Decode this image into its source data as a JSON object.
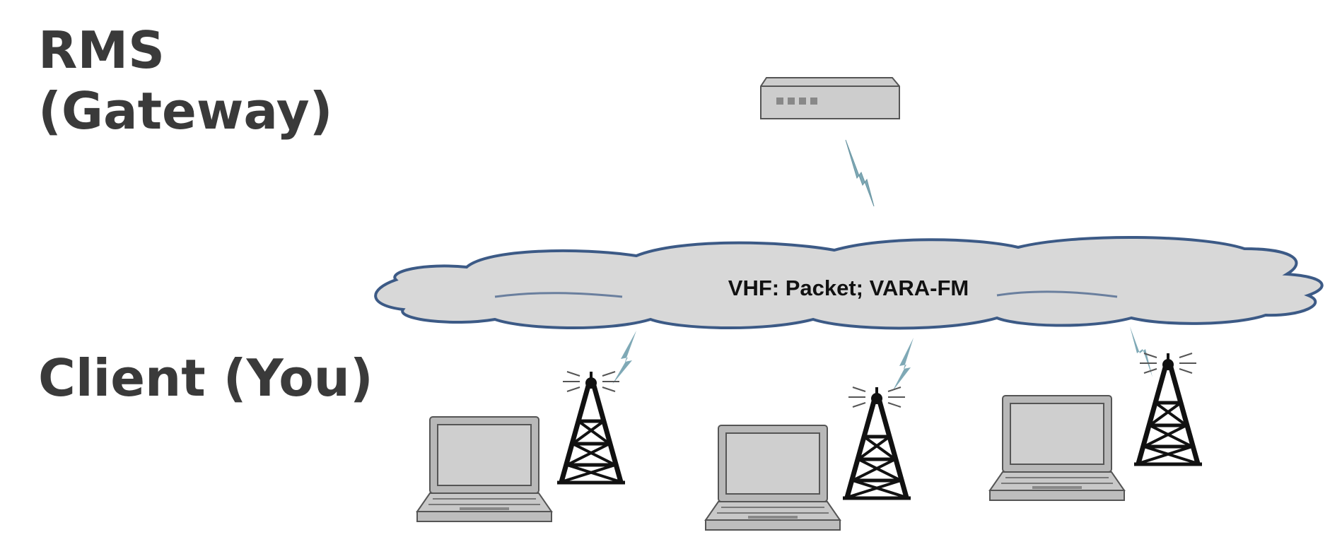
{
  "labels": {
    "gateway_line1": "RMS",
    "gateway_line2": "(Gateway)",
    "client": "Client (You)"
  },
  "network": {
    "label": "VHF: Packet; VARA-FM"
  },
  "icons": {
    "gateway": "server-icon",
    "cloud": "cloud-icon",
    "laptop": "laptop-icon",
    "tower": "radio-tower-icon",
    "link": "lightning-bolt-icon"
  },
  "colors": {
    "cloud_fill": "#d8d8d8",
    "cloud_stroke": "#3c5a86",
    "bolt": "#7fa9b6",
    "title_text": "#3a3a3a"
  }
}
